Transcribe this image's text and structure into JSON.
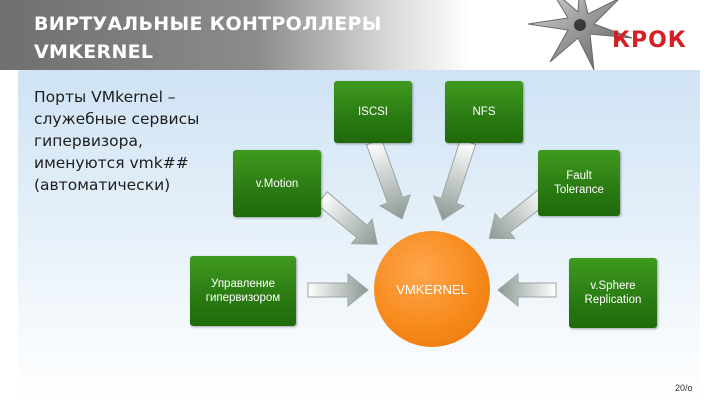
{
  "header": {
    "title": "ВИРТУАЛЬНЫЕ КОНТРОЛЛЕРЫ\nVMKERNEL",
    "logo": "КРОК",
    "brand_color": "#d51f25"
  },
  "body_text": "Порты VMkernel – служебные сервисы гипервизора, именуются vmk## (автоматически)",
  "diagram": {
    "hub": "VMKERNEL",
    "nodes": {
      "iscsi": "ISCSI",
      "nfs": "NFS",
      "vmotion": "v.Motion",
      "fault_tolerance": "Fault Tolerance",
      "management": "Управление гипервизором",
      "replication": "v.Sphere Replication"
    },
    "colors": {
      "node_green": "#2a7a12",
      "hub_orange": "#f78a1c",
      "arrow_grey": "#9aa8a4"
    }
  },
  "footer": {
    "page_number": "20/о"
  }
}
